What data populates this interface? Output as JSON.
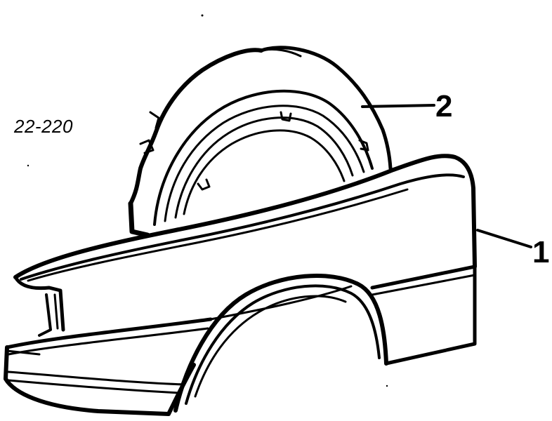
{
  "diagram": {
    "part_code": "22-220",
    "callouts": [
      {
        "number": "1"
      },
      {
        "number": "2"
      }
    ]
  }
}
